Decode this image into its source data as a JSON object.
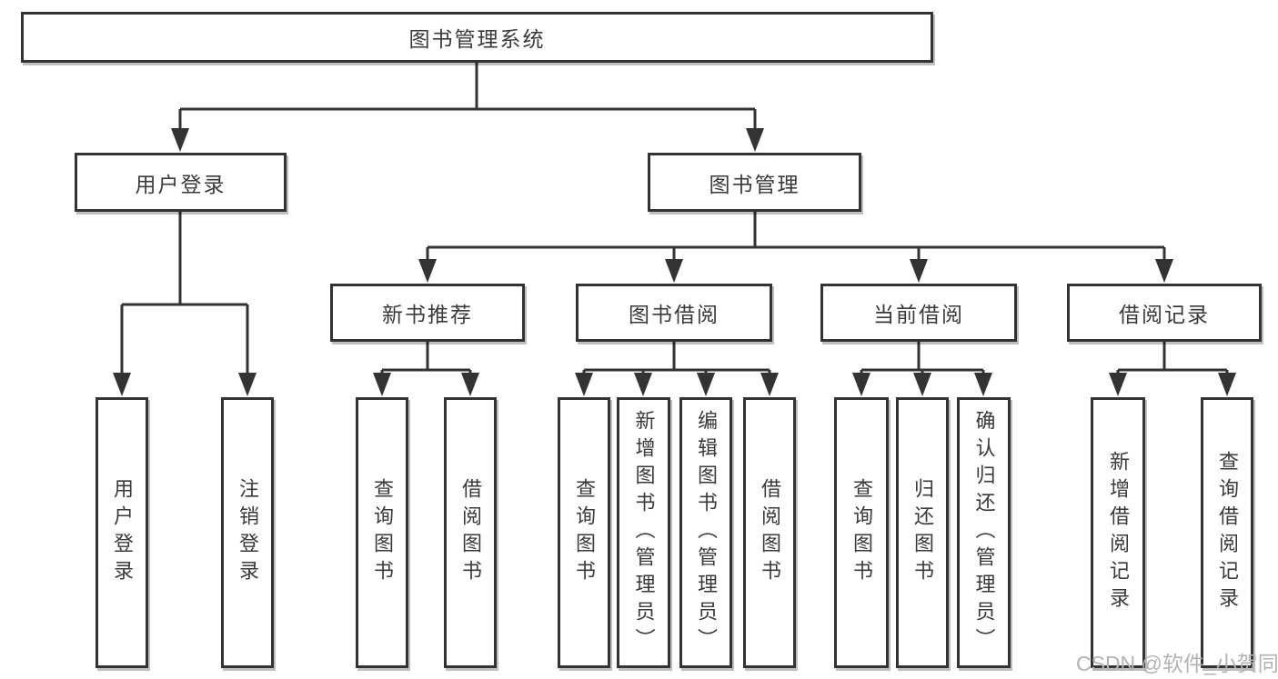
{
  "diagram": {
    "root": {
      "label": "图书管理系统"
    },
    "login_branch": {
      "label": "用户登录",
      "children": [
        {
          "label": "用户登录"
        },
        {
          "label": "注销登录"
        }
      ]
    },
    "mgmt_branch": {
      "label": "图书管理",
      "groups": [
        {
          "label": "新书推荐",
          "children": [
            {
              "label": "查询图书"
            },
            {
              "label": "借阅图书"
            }
          ]
        },
        {
          "label": "图书借阅",
          "children": [
            {
              "label": "查询图书"
            },
            {
              "label": "新增图书（管理员）"
            },
            {
              "label": "编辑图书（管理员）"
            },
            {
              "label": "借阅图书"
            }
          ]
        },
        {
          "label": "当前借阅",
          "children": [
            {
              "label": "查询图书"
            },
            {
              "label": "归还图书"
            },
            {
              "label": "确认归还（管理员）"
            }
          ]
        },
        {
          "label": "借阅记录",
          "children": [
            {
              "label": "新增借阅记录"
            },
            {
              "label": "查询借阅记录"
            }
          ]
        }
      ]
    }
  },
  "watermark": {
    "text": "CSDN @软件_小贺同学"
  },
  "colors": {
    "line": "#333333",
    "border": "#333333",
    "text": "#3a3a3a",
    "watermark": "#b3b3b3",
    "background": "#ffffff"
  }
}
